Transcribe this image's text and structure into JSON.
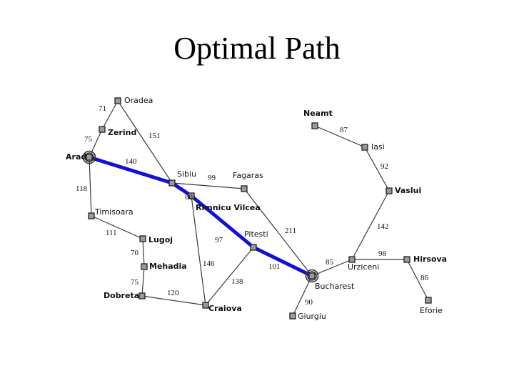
{
  "title": "Optimal Path",
  "cities": [
    {
      "id": "oradea",
      "name": "Oradea"
    },
    {
      "id": "zerind",
      "name": "Zerind"
    },
    {
      "id": "arad",
      "name": "Arad"
    },
    {
      "id": "timisoara",
      "name": "Timisoara"
    },
    {
      "id": "lugoj",
      "name": "Lugoj"
    },
    {
      "id": "mehadia",
      "name": "Mehadia"
    },
    {
      "id": "dobreta",
      "name": "Dobreta"
    },
    {
      "id": "craiova",
      "name": "Craiova"
    },
    {
      "id": "sibiu",
      "name": "Sibiu"
    },
    {
      "id": "rimnicu",
      "name": "Rimnicu Vilcea"
    },
    {
      "id": "fagaras",
      "name": "Fagaras"
    },
    {
      "id": "pitesti",
      "name": "Pitesti"
    },
    {
      "id": "bucharest",
      "name": "Bucharest"
    },
    {
      "id": "giurgiu",
      "name": "Giurgiu"
    },
    {
      "id": "urziceni",
      "name": "Urziceni"
    },
    {
      "id": "hirsova",
      "name": "Hirsova"
    },
    {
      "id": "eforie",
      "name": "Eforie"
    },
    {
      "id": "vaslui",
      "name": "Vaslui"
    },
    {
      "id": "iasi",
      "name": "Iasi"
    },
    {
      "id": "neamt",
      "name": "Neamt"
    }
  ],
  "roads": [
    {
      "from": "oradea",
      "to": "zerind",
      "distance": "71"
    },
    {
      "from": "zerind",
      "to": "arad",
      "distance": "75"
    },
    {
      "from": "oradea",
      "to": "sibiu",
      "distance": "151"
    },
    {
      "from": "arad",
      "to": "sibiu",
      "distance": "140"
    },
    {
      "from": "arad",
      "to": "timisoara",
      "distance": "118"
    },
    {
      "from": "timisoara",
      "to": "lugoj",
      "distance": "111"
    },
    {
      "from": "lugoj",
      "to": "mehadia",
      "distance": "70"
    },
    {
      "from": "mehadia",
      "to": "dobreta",
      "distance": "75"
    },
    {
      "from": "dobreta",
      "to": "craiova",
      "distance": "120"
    },
    {
      "from": "sibiu",
      "to": "fagaras",
      "distance": "99"
    },
    {
      "from": "sibiu",
      "to": "rimnicu",
      "distance": "80"
    },
    {
      "from": "rimnicu",
      "to": "pitesti",
      "distance": "97"
    },
    {
      "from": "rimnicu",
      "to": "craiova",
      "distance": "146"
    },
    {
      "from": "craiova",
      "to": "pitesti",
      "distance": "138"
    },
    {
      "from": "fagaras",
      "to": "bucharest",
      "distance": "211"
    },
    {
      "from": "pitesti",
      "to": "bucharest",
      "distance": "101"
    },
    {
      "from": "bucharest",
      "to": "giurgiu",
      "distance": "90"
    },
    {
      "from": "bucharest",
      "to": "urziceni",
      "distance": "85"
    },
    {
      "from": "urziceni",
      "to": "hirsova",
      "distance": "98"
    },
    {
      "from": "hirsova",
      "to": "eforie",
      "distance": "86"
    },
    {
      "from": "urziceni",
      "to": "vaslui",
      "distance": "142"
    },
    {
      "from": "vaslui",
      "to": "iasi",
      "distance": "92"
    },
    {
      "from": "iasi",
      "to": "neamt",
      "distance": "87"
    }
  ],
  "optimal_path": [
    "arad",
    "sibiu",
    "rimnicu",
    "pitesti",
    "bucharest"
  ],
  "start_city": "arad",
  "goal_city": "bucharest",
  "colors": {
    "path": "#1010d8",
    "node_fill": "#9a9a9a",
    "road": "#3a3a3a"
  }
}
